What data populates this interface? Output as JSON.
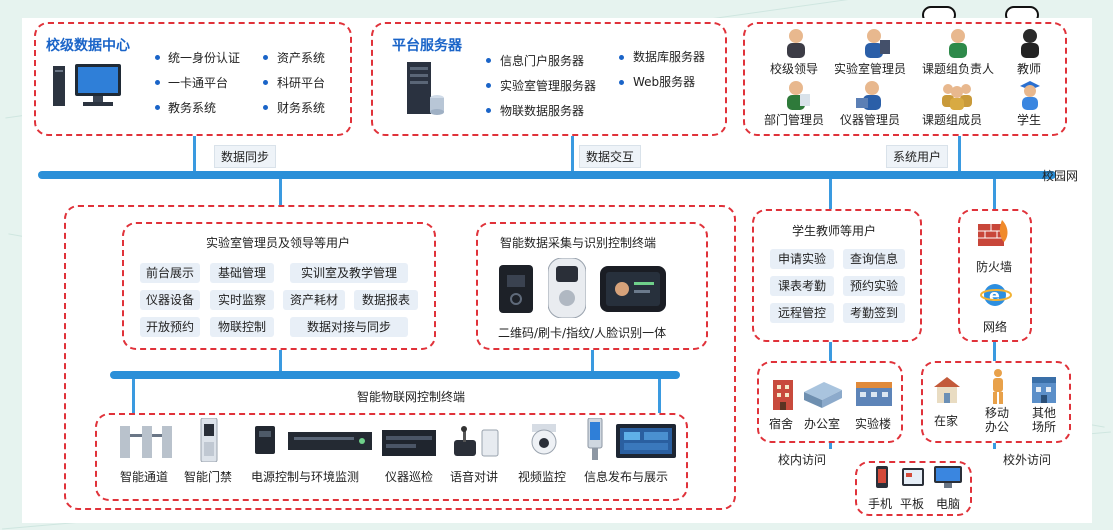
{
  "data_center": {
    "title": "校级数据中心",
    "items": [
      "统一身份认证",
      "资产系统",
      "一卡通平台",
      "科研平台",
      "教务系统",
      "财务系统"
    ]
  },
  "platform_server": {
    "title": "平台服务器",
    "items": [
      "信息门户服务器",
      "数据库服务器",
      "实验室管理服务器",
      "Web服务器",
      "物联数据服务器"
    ]
  },
  "users_top": [
    "校级领导",
    "实验室管理员",
    "课题组负责人",
    "教师",
    "部门管理员",
    "仪器管理员",
    "课题组成员",
    "学生"
  ],
  "links": {
    "sync": "数据同步",
    "exchange": "数据交互",
    "sys_users": "系统用户",
    "campus_net": "校园网"
  },
  "lab_admin": {
    "title": "实验室管理员及领导等用户",
    "chips": [
      "前台展示",
      "基础管理",
      "实训室及教学管理",
      "仪器设备",
      "实时监察",
      "资产耗材",
      "数据报表",
      "开放预约",
      "物联控制",
      "数据对接与同步"
    ]
  },
  "smart_terminal": {
    "title": "智能数据采集与识别控制终端",
    "caption": "二维码/刷卡/指纹/人脸识别一体"
  },
  "iot": {
    "title": "智能物联网控制终端",
    "devices": [
      "智能通道",
      "智能门禁",
      "电源控制与环境监测",
      "仪器巡检",
      "语音对讲",
      "视频监控",
      "信息发布与展示"
    ]
  },
  "student_teacher": {
    "title": "学生教师等用户",
    "chips": [
      "申请实验",
      "查询信息",
      "课表考勤",
      "预约实验",
      "远程管控",
      "考勤签到"
    ]
  },
  "network": {
    "firewall": "防火墙",
    "net": "网络"
  },
  "campus_access": {
    "places": [
      "宿舍",
      "办公室",
      "实验楼"
    ],
    "label": "校内访问"
  },
  "outside_access": {
    "places": [
      "在家",
      "移动办公",
      "其他场所"
    ],
    "label": "校外访问"
  },
  "devices_end": [
    "手机",
    "平板",
    "电脑"
  ]
}
